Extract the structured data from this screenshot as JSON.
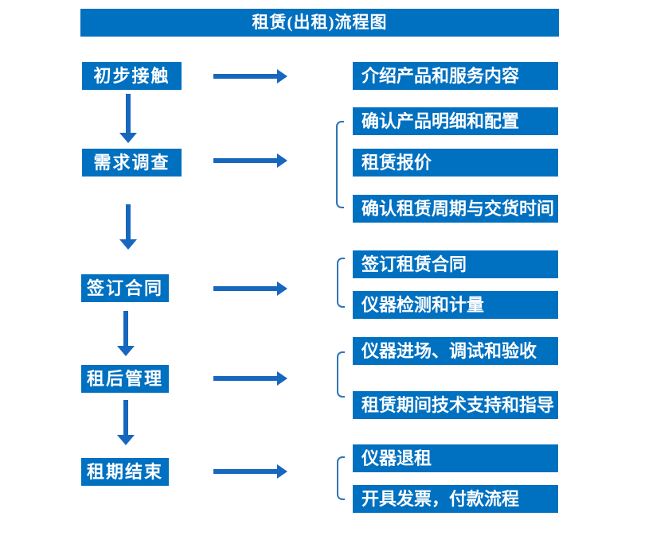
{
  "title": "租赁(出租)流程图",
  "colors": {
    "box_blue": "#0070C0",
    "arrow_blue": "#1767BE",
    "bracket_blue": "#2E74B5",
    "text": "#FFFFFF",
    "background": "#FFFFFF"
  },
  "flow": [
    {
      "stage": "初步接触",
      "details": [
        "介绍产品和服务内容"
      ]
    },
    {
      "stage": "需求调查",
      "details": [
        "确认产品明细和配置",
        "租赁报价",
        "确认租赁周期与交货时间"
      ]
    },
    {
      "stage": "签订合同",
      "details": [
        "签订租赁合同",
        "仪器检测和计量"
      ]
    },
    {
      "stage": "租后管理",
      "details": [
        "仪器进场、调试和验收",
        "租赁期间技术支持和指导"
      ]
    },
    {
      "stage": "租期结束",
      "details": [
        "仪器退租",
        "开具发票，付款流程"
      ]
    }
  ]
}
